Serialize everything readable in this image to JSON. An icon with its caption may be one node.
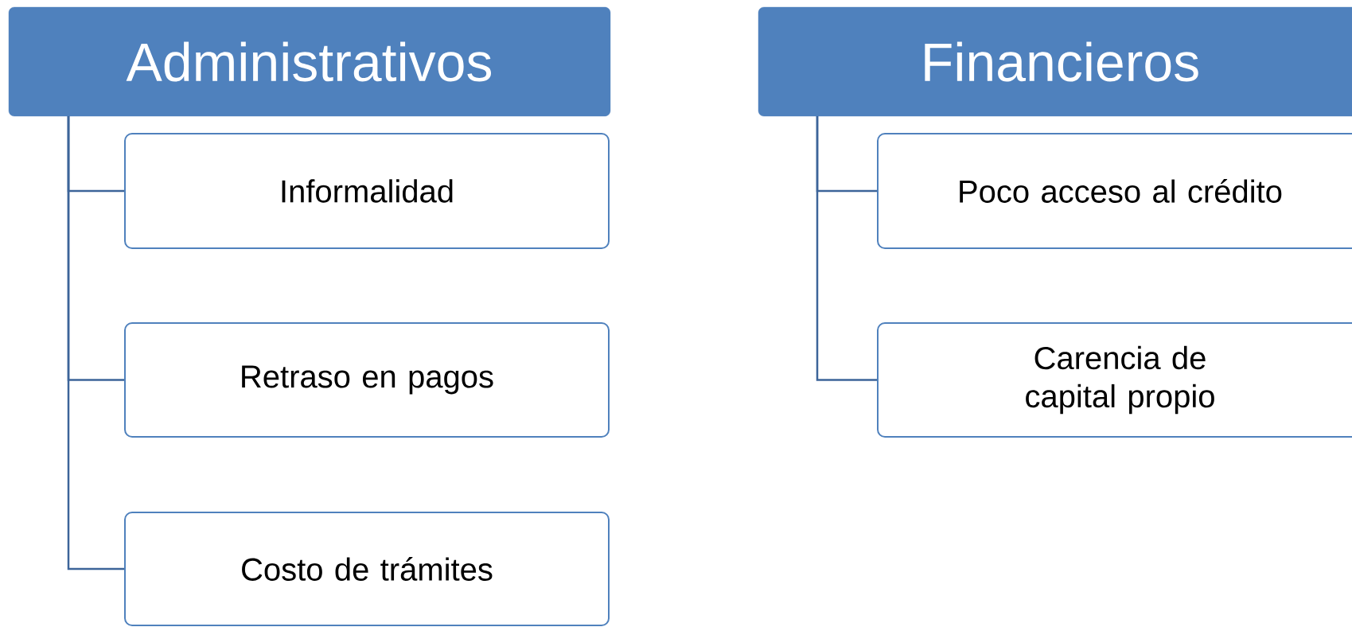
{
  "diagram": {
    "nodes": [
      {
        "text": [
          "Administrativos"
        ]
      },
      {
        "text": [
          "Informalidad"
        ]
      },
      {
        "text": [
          "Retraso en pagos"
        ]
      },
      {
        "text": [
          "Costo de trámites"
        ]
      },
      {
        "text": [
          "Financieros"
        ]
      },
      {
        "text": [
          "Poco acceso al crédito"
        ]
      },
      {
        "text": [
          "Carencia de capital propio"
        ]
      }
    ],
    "edges": [
      {
        "from": 0,
        "to": 1,
        "arrow": "none"
      },
      {
        "from": 0,
        "to": 2,
        "arrow": "none"
      },
      {
        "from": 0,
        "to": 3,
        "arrow": "none"
      },
      {
        "from": 4,
        "to": 5,
        "arrow": "none"
      },
      {
        "from": 4,
        "to": 6,
        "arrow": "none"
      }
    ]
  }
}
